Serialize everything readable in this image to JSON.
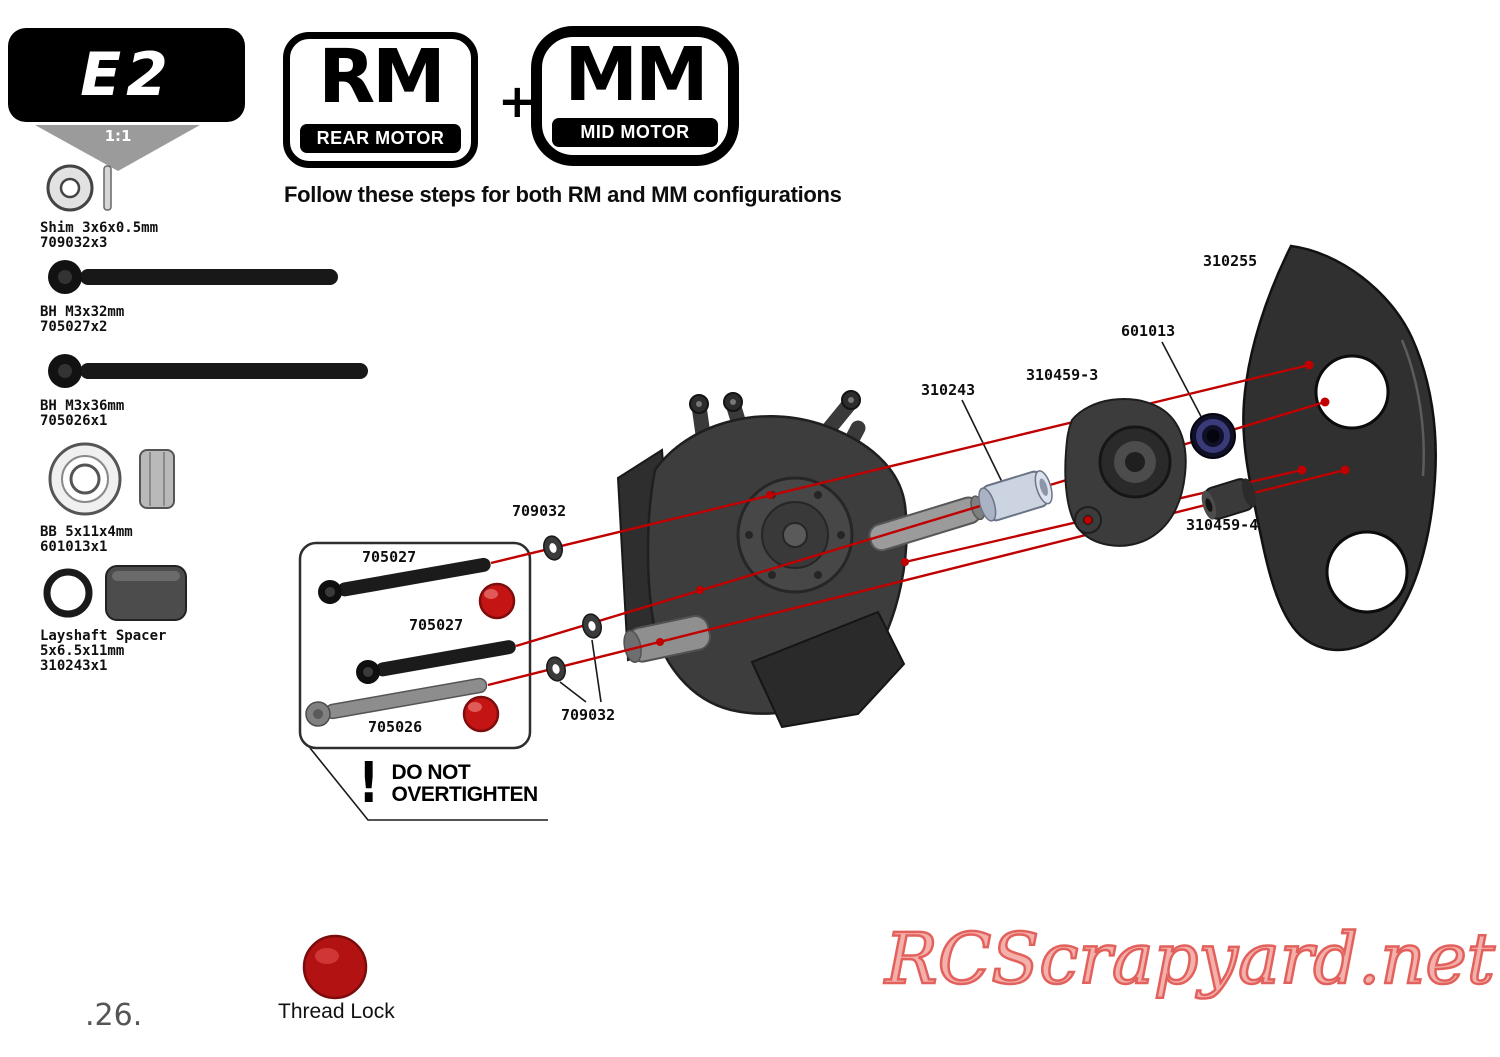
{
  "header": {
    "step_badge": "E2",
    "scale_label": "1:1"
  },
  "logos": {
    "rm_abbr": "RM",
    "rm_label": "REAR MOTOR",
    "plus": "+",
    "mm_abbr": "MM",
    "mm_label": "MID MOTOR",
    "instruction": "Follow these steps for both RM and MM configurations"
  },
  "parts": [
    {
      "name": "Shim 3x6x0.5mm",
      "code": "709032x3"
    },
    {
      "name": "BH M3x32mm",
      "code": "705027x2"
    },
    {
      "name": "BH M3x36mm",
      "code": "705026x1"
    },
    {
      "name": "BB 5x11x4mm",
      "code": "601013x1"
    },
    {
      "name": "Layshaft Spacer",
      "size": "5x6.5x11mm",
      "code": "310243x1"
    }
  ],
  "labels": {
    "motor_plate": "310255",
    "bearing": "601013",
    "motor_mount": "310459-3",
    "layshaft_spacer": "310243",
    "shim_top": "709032",
    "spacer_4": "310459-4",
    "screw_top": "705027",
    "screw_mid": "705027",
    "screw_bottom": "705026",
    "shims_bottom": "709032"
  },
  "warning": {
    "mark": "!",
    "line1": "DO NOT",
    "line2": "OVERTIGHTEN"
  },
  "footer": {
    "page_number": ".26.",
    "thread_lock_label": "Thread Lock",
    "watermark": "RCScrapyard.net"
  },
  "colors": {
    "assembly_line_red": "#c00000",
    "thread_lock_red": "#c41414",
    "watermark_pink": "#f4b0ab"
  }
}
